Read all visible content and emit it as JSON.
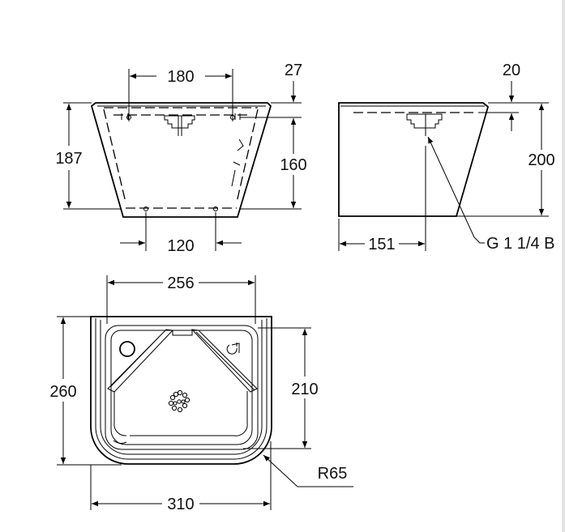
{
  "drawing": {
    "front_view": {
      "dim_width_top": "180",
      "dim_depth_top": "27",
      "dim_height_total": "187",
      "dim_height_inner": "160",
      "dim_width_bottom": "120"
    },
    "side_view": {
      "dim_depth_top": "20",
      "dim_height": "200",
      "dim_drain_offset": "151",
      "drain_thread_label": "G 1 1/4 B"
    },
    "plan_view": {
      "dim_inner_width": "256",
      "dim_outer_depth": "260",
      "dim_inner_depth": "210",
      "dim_outer_width": "310",
      "corner_radius": "R65"
    }
  },
  "colors": {
    "line": "#000000",
    "background": "#ffffff",
    "scrollbar": "#e4e4e4"
  }
}
